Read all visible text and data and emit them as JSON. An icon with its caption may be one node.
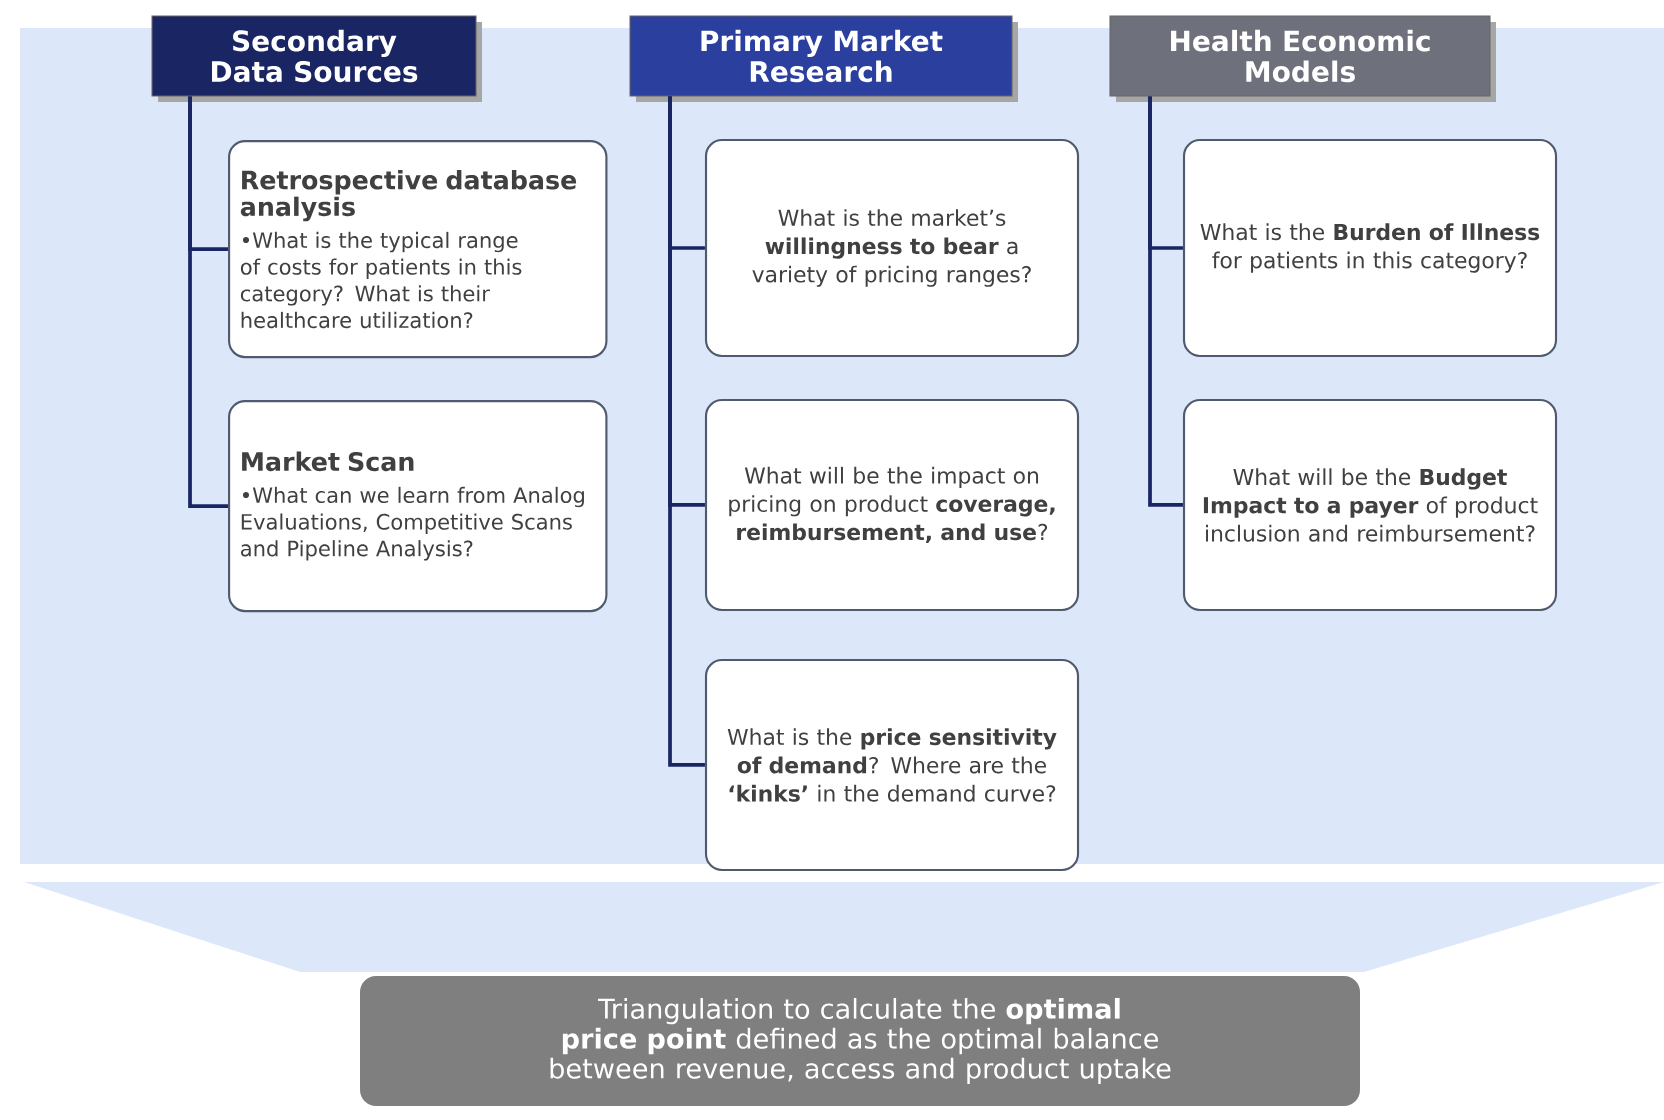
{
  "diagram": {
    "nodes": [
      {
        "text": [
          "Secondary Data Sources"
        ]
      },
      {
        "text": [
          "Retrospective database analysis",
          "•What is the typical range of costs for patients in this category? What is their healthcare utilization?"
        ]
      },
      {
        "text": [
          "Market Scan",
          "•What can we learn from Analog Evaluations, Competitive Scans and Pipeline Analysis?"
        ]
      },
      {
        "text": [
          "Primary Market Research"
        ]
      },
      {
        "text": [
          "What is the market’s **willingness to bear** a variety of pricing ranges?"
        ]
      },
      {
        "text": [
          "What will be the impact on pricing on product **coverage, reimbursement, and use**?"
        ]
      },
      {
        "text": [
          "What is the **price sensitivity of demand**? Where are the **‘kinks’** in the demand curve?"
        ]
      },
      {
        "text": [
          "Health Economic Models"
        ]
      },
      {
        "text": [
          "What is the **Burden of Illness** for patients in this category?"
        ]
      },
      {
        "text": [
          "What will be the **Budget Impact to a payer** of product inclusion and reimbursement?"
        ]
      },
      {
        "text": [
          "Triangulation to calculate the **optimal price point** defined as the optimal balance between revenue, access and product uptake"
        ]
      }
    ],
    "edges": [
      {
        "from": 0,
        "to": 1,
        "arrow": "none"
      },
      {
        "from": 0,
        "to": 2,
        "arrow": "none"
      },
      {
        "from": 3,
        "to": 4,
        "arrow": "none"
      },
      {
        "from": 3,
        "to": 5,
        "arrow": "none"
      },
      {
        "from": 3,
        "to": 6,
        "arrow": "none"
      },
      {
        "from": 7,
        "to": 8,
        "arrow": "none"
      },
      {
        "from": 7,
        "to": 9,
        "arrow": "none"
      }
    ]
  }
}
